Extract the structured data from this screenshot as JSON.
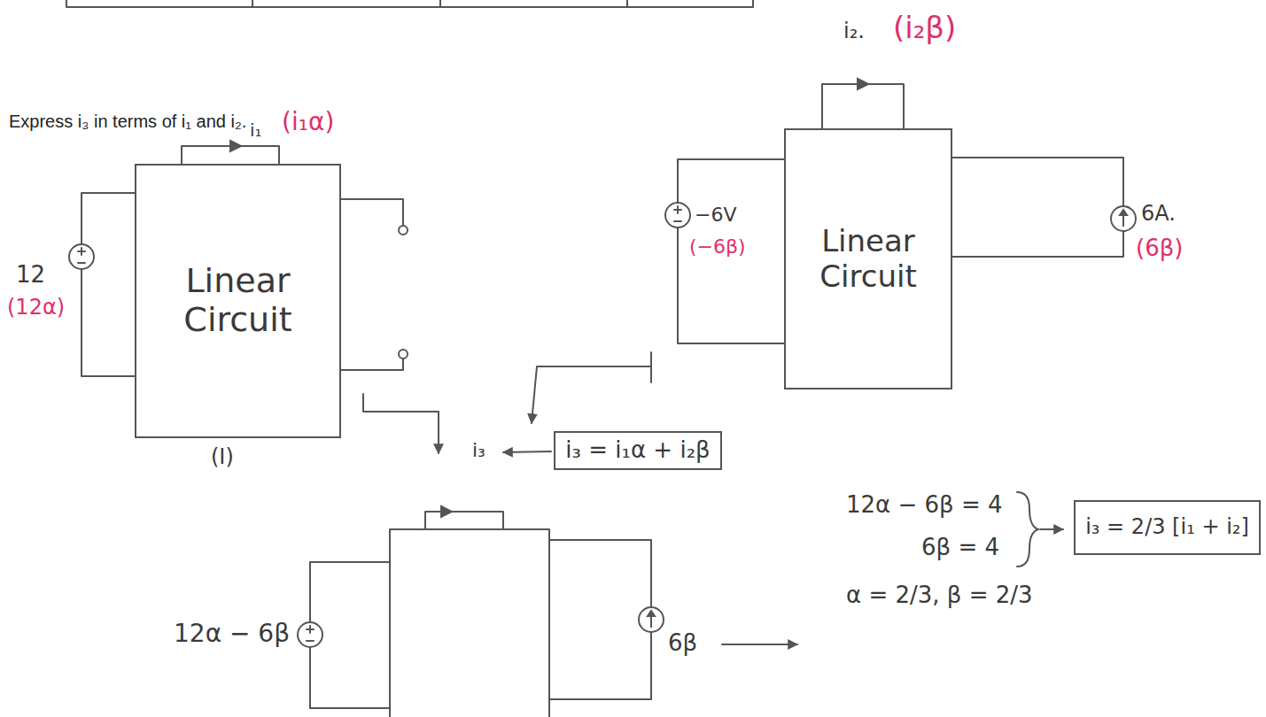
{
  "diagram": {
    "nodes": [
      {
        "text": [
          "Linear Circuit"
        ]
      },
      {
        "text": [
          "Linear Circuit"
        ]
      },
      {
        "text": [
          "i₃ = i₁α + i₂β"
        ]
      },
      {
        "text": [
          "i₃ = 2/3 [i₁ + i₂]"
        ]
      }
    ],
    "labels": [
      "Express i₃ in terms of i₁ and i₂.",
      "i₁",
      "(i₁α)",
      "12",
      "(12α)",
      "(I)",
      "i₂.",
      "(i₂β)",
      "−6V",
      "(−6β)",
      "6A.",
      "(6β)",
      "i₃",
      "12α − 6β",
      "6β",
      "12α − 6β = 4",
      "6β = 4",
      "α = 2/3, β = 2/3"
    ]
  }
}
